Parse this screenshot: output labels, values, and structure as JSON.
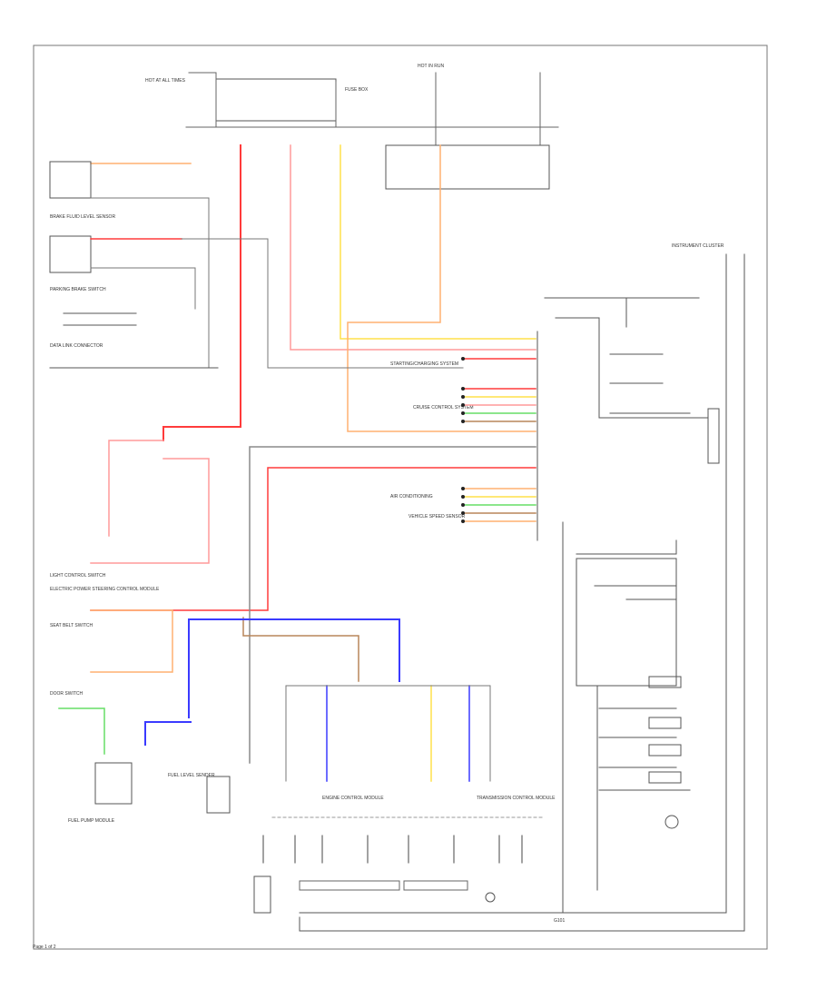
{
  "labels": {
    "top_fuse_header": "HOT AT ALL TIMES",
    "top_fuse_center": "FUSE BOX",
    "top_right_header": "HOT IN RUN",
    "right_module": "INSTRUMENT CLUSTER",
    "switch1": "BRAKE FLUID LEVEL SENSOR",
    "switch2": "PARKING BRAKE SWITCH",
    "connector_dlc": "DATA LINK CONNECTOR",
    "left_mid1": "LIGHT CONTROL SWITCH",
    "left_mid2": "ELECTRIC POWER STEERING CONTROL MODULE",
    "left_mid3": "SEAT BELT SWITCH",
    "left_mid4": "DOOR SWITCH",
    "fuel_sender": "FUEL LEVEL SENDER",
    "fuel_pump": "FUEL PUMP MODULE",
    "center_module": "ENGINE CONTROL MODULE",
    "right_bottom_module": "TRANSMISSION CONTROL MODULE",
    "row_center1": "STARTING/CHARGING SYSTEM",
    "row_center2": "CRUISE CONTROL SYSTEM",
    "row_center3": "AIR CONDITIONING",
    "row_center4": "VEHICLE SPEED SENSOR",
    "ground": "G101",
    "footer": "Page 1 of 2"
  },
  "colors": {
    "red": "#ff3b3b",
    "pink": "#ff9a9a",
    "orange": "#ffb070",
    "yellow": "#ffe14a",
    "blue": "#3a3aff",
    "green": "#66dd66",
    "brown": "#b8865a",
    "gray": "#8a8a8a",
    "dark": "#2a2a2a"
  }
}
